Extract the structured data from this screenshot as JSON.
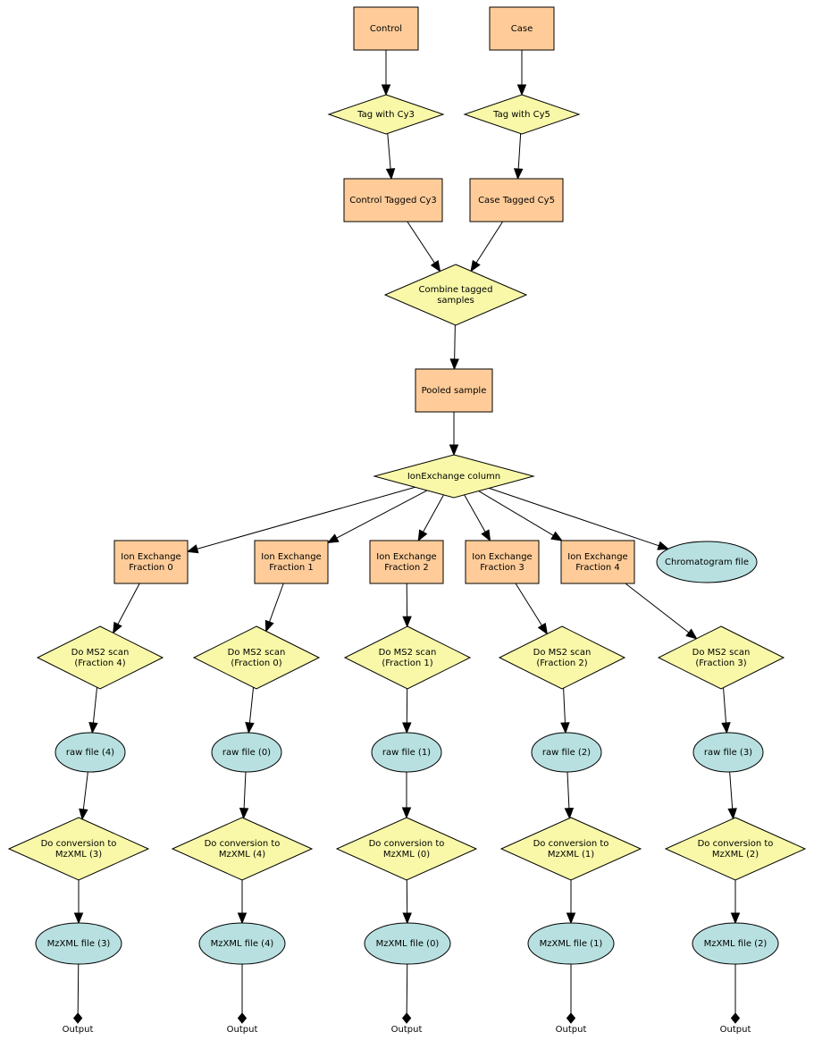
{
  "colors": {
    "process_fill": "#ffcc99",
    "action_fill": "#f8f8a8",
    "data_fill": "#b8e0e0",
    "stroke": "#000000"
  },
  "nodes": {
    "control": {
      "shape": "rect",
      "lines": [
        "Control"
      ]
    },
    "case": {
      "shape": "rect",
      "lines": [
        "Case"
      ]
    },
    "tag_cy3": {
      "shape": "diamond",
      "lines": [
        "Tag with Cy3"
      ]
    },
    "tag_cy5": {
      "shape": "diamond",
      "lines": [
        "Tag with Cy5"
      ]
    },
    "control_tagged": {
      "shape": "rect",
      "lines": [
        "Control Tagged Cy3"
      ]
    },
    "case_tagged": {
      "shape": "rect",
      "lines": [
        "Case Tagged Cy5"
      ]
    },
    "combine": {
      "shape": "diamond",
      "lines": [
        "Combine tagged",
        "samples"
      ]
    },
    "pooled": {
      "shape": "rect",
      "lines": [
        "Pooled sample"
      ]
    },
    "ion_column": {
      "shape": "diamond",
      "lines": [
        "IonExchange column"
      ]
    },
    "frac0": {
      "shape": "rect",
      "lines": [
        "Ion Exchange",
        "Fraction 0"
      ]
    },
    "frac1": {
      "shape": "rect",
      "lines": [
        "Ion Exchange",
        "Fraction 1"
      ]
    },
    "frac2": {
      "shape": "rect",
      "lines": [
        "Ion Exchange",
        "Fraction 2"
      ]
    },
    "frac3": {
      "shape": "rect",
      "lines": [
        "Ion Exchange",
        "Fraction 3"
      ]
    },
    "frac4": {
      "shape": "rect",
      "lines": [
        "Ion Exchange",
        "Fraction 4"
      ]
    },
    "chromatogram": {
      "shape": "ellipse",
      "lines": [
        "Chromatogram file"
      ]
    },
    "ms2_4": {
      "shape": "diamond",
      "lines": [
        "Do MS2 scan",
        "(Fraction 4)"
      ]
    },
    "ms2_0": {
      "shape": "diamond",
      "lines": [
        "Do MS2 scan",
        "(Fraction 0)"
      ]
    },
    "ms2_1": {
      "shape": "diamond",
      "lines": [
        "Do MS2 scan",
        "(Fraction 1)"
      ]
    },
    "ms2_2": {
      "shape": "diamond",
      "lines": [
        "Do MS2 scan",
        "(Fraction 2)"
      ]
    },
    "ms2_3": {
      "shape": "diamond",
      "lines": [
        "Do MS2 scan",
        "(Fraction 3)"
      ]
    },
    "raw4": {
      "shape": "ellipse",
      "lines": [
        "raw file (4)"
      ]
    },
    "raw0": {
      "shape": "ellipse",
      "lines": [
        "raw file (0)"
      ]
    },
    "raw1": {
      "shape": "ellipse",
      "lines": [
        "raw file (1)"
      ]
    },
    "raw2": {
      "shape": "ellipse",
      "lines": [
        "raw file (2)"
      ]
    },
    "raw3": {
      "shape": "ellipse",
      "lines": [
        "raw file (3)"
      ]
    },
    "conv3": {
      "shape": "diamond",
      "lines": [
        "Do conversion to",
        "MzXML (3)"
      ]
    },
    "conv4": {
      "shape": "diamond",
      "lines": [
        "Do conversion to",
        "MzXML (4)"
      ]
    },
    "conv0": {
      "shape": "diamond",
      "lines": [
        "Do conversion to",
        "MzXML (0)"
      ]
    },
    "conv1": {
      "shape": "diamond",
      "lines": [
        "Do conversion to",
        "MzXML (1)"
      ]
    },
    "conv2": {
      "shape": "diamond",
      "lines": [
        "Do conversion to",
        "MzXML (2)"
      ]
    },
    "mz3": {
      "shape": "ellipse",
      "lines": [
        "MzXML file (3)"
      ]
    },
    "mz4": {
      "shape": "ellipse",
      "lines": [
        "MzXML file (4)"
      ]
    },
    "mz0": {
      "shape": "ellipse",
      "lines": [
        "MzXML file (0)"
      ]
    },
    "mz1": {
      "shape": "ellipse",
      "lines": [
        "MzXML file (1)"
      ]
    },
    "mz2": {
      "shape": "ellipse",
      "lines": [
        "MzXML file (2)"
      ]
    },
    "out_a": {
      "shape": "label",
      "lines": [
        "Output"
      ]
    },
    "out_b": {
      "shape": "label",
      "lines": [
        "Output"
      ]
    },
    "out_c": {
      "shape": "label",
      "lines": [
        "Output"
      ]
    },
    "out_d": {
      "shape": "label",
      "lines": [
        "Output"
      ]
    },
    "out_e": {
      "shape": "label",
      "lines": [
        "Output"
      ]
    }
  },
  "edges": [
    {
      "from": "control",
      "to": "tag_cy3",
      "head": "arrow"
    },
    {
      "from": "case",
      "to": "tag_cy5",
      "head": "arrow"
    },
    {
      "from": "tag_cy3",
      "to": "control_tagged",
      "head": "arrow"
    },
    {
      "from": "tag_cy5",
      "to": "case_tagged",
      "head": "arrow"
    },
    {
      "from": "control_tagged",
      "to": "combine",
      "head": "arrow"
    },
    {
      "from": "case_tagged",
      "to": "combine",
      "head": "arrow"
    },
    {
      "from": "combine",
      "to": "pooled",
      "head": "arrow"
    },
    {
      "from": "pooled",
      "to": "ion_column",
      "head": "arrow"
    },
    {
      "from": "ion_column",
      "to": "frac0",
      "head": "arrow"
    },
    {
      "from": "ion_column",
      "to": "frac1",
      "head": "arrow"
    },
    {
      "from": "ion_column",
      "to": "frac2",
      "head": "arrow"
    },
    {
      "from": "ion_column",
      "to": "frac3",
      "head": "arrow"
    },
    {
      "from": "ion_column",
      "to": "frac4",
      "head": "arrow"
    },
    {
      "from": "ion_column",
      "to": "chromatogram",
      "head": "arrow"
    },
    {
      "from": "frac0",
      "to": "ms2_4",
      "head": "arrow"
    },
    {
      "from": "frac1",
      "to": "ms2_0",
      "head": "arrow"
    },
    {
      "from": "frac2",
      "to": "ms2_1",
      "head": "arrow"
    },
    {
      "from": "frac3",
      "to": "ms2_2",
      "head": "arrow"
    },
    {
      "from": "frac4",
      "to": "ms2_3",
      "head": "arrow"
    },
    {
      "from": "ms2_4",
      "to": "raw4",
      "head": "arrow"
    },
    {
      "from": "ms2_0",
      "to": "raw0",
      "head": "arrow"
    },
    {
      "from": "ms2_1",
      "to": "raw1",
      "head": "arrow"
    },
    {
      "from": "ms2_2",
      "to": "raw2",
      "head": "arrow"
    },
    {
      "from": "ms2_3",
      "to": "raw3",
      "head": "arrow"
    },
    {
      "from": "raw4",
      "to": "conv3",
      "head": "arrow"
    },
    {
      "from": "raw0",
      "to": "conv4",
      "head": "arrow"
    },
    {
      "from": "raw1",
      "to": "conv0",
      "head": "arrow"
    },
    {
      "from": "raw2",
      "to": "conv1",
      "head": "arrow"
    },
    {
      "from": "raw3",
      "to": "conv2",
      "head": "arrow"
    },
    {
      "from": "conv3",
      "to": "mz3",
      "head": "arrow"
    },
    {
      "from": "conv4",
      "to": "mz4",
      "head": "arrow"
    },
    {
      "from": "conv0",
      "to": "mz0",
      "head": "arrow"
    },
    {
      "from": "conv1",
      "to": "mz1",
      "head": "arrow"
    },
    {
      "from": "conv2",
      "to": "mz2",
      "head": "arrow"
    },
    {
      "from": "mz3",
      "to": "out_a",
      "head": "diamond"
    },
    {
      "from": "mz4",
      "to": "out_b",
      "head": "diamond"
    },
    {
      "from": "mz0",
      "to": "out_c",
      "head": "diamond"
    },
    {
      "from": "mz1",
      "to": "out_d",
      "head": "diamond"
    },
    {
      "from": "mz2",
      "to": "out_e",
      "head": "diamond"
    }
  ]
}
